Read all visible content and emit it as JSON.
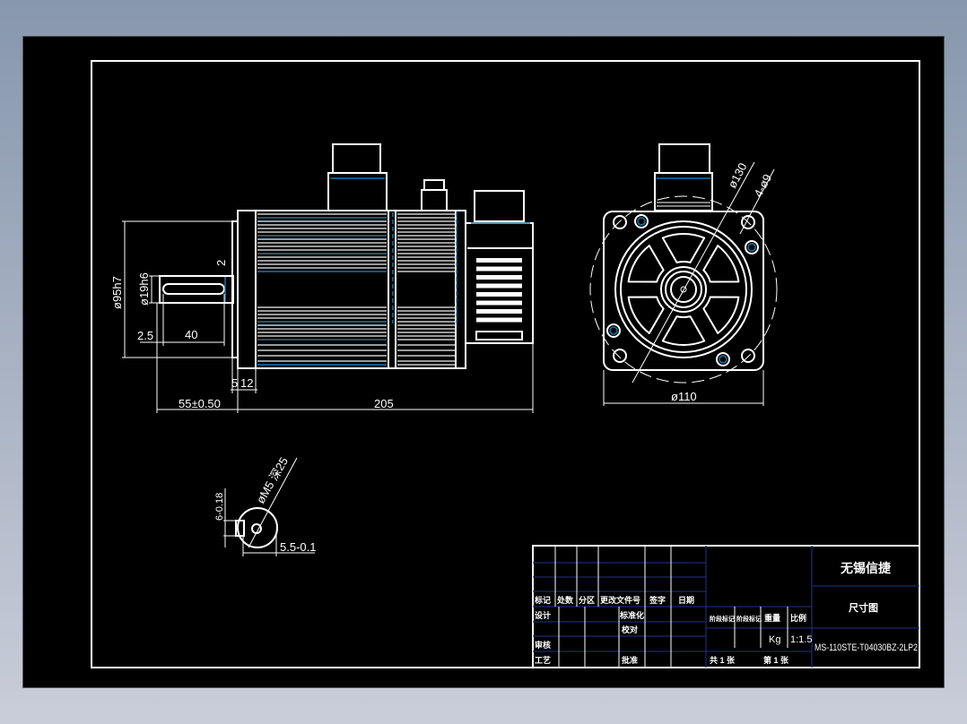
{
  "drawing": {
    "line_color": "#ffffff",
    "hidden_color": "#1a75a8",
    "background": "#000000"
  },
  "side_view": {
    "dims": {
      "flange_dia": "ø95h7",
      "shaft_dia": "ø19h6",
      "chamfer": "2",
      "key_offset": "2.5",
      "key_length": "40",
      "shaft_length": "55±0.50",
      "flange_thk": "5",
      "flange_width": "12",
      "total_length": "205"
    }
  },
  "front_view": {
    "dims": {
      "pcd": "ø130",
      "holes": "4-ø9",
      "square": "ø110"
    }
  },
  "shaft_section": {
    "dims": {
      "thread": "øM5 深25",
      "key_width": "6-0.18",
      "key_depth": "5.5-0.1"
    }
  },
  "title_block": {
    "company": "无锡信捷",
    "drawing_name": "尺寸图",
    "drawing_number": "MS-110STE-T04030BZ-2LP2",
    "headers": [
      "标记",
      "处数",
      "分区",
      "更改文件号",
      "签字",
      "日期"
    ],
    "roles": {
      "design": "设计",
      "standard": "标准化",
      "check": "校对",
      "review": "审核",
      "process": "工艺",
      "approve": "批准"
    },
    "stage_mark_1": "阶段标记",
    "stage_mark_2": "阶段标记",
    "weight_label": "重量",
    "scale_label": "比例",
    "weight_unit": "Kg",
    "scale": "1:1.5",
    "sheets_total": "共 1 张",
    "sheet_no": "第 1 张"
  }
}
